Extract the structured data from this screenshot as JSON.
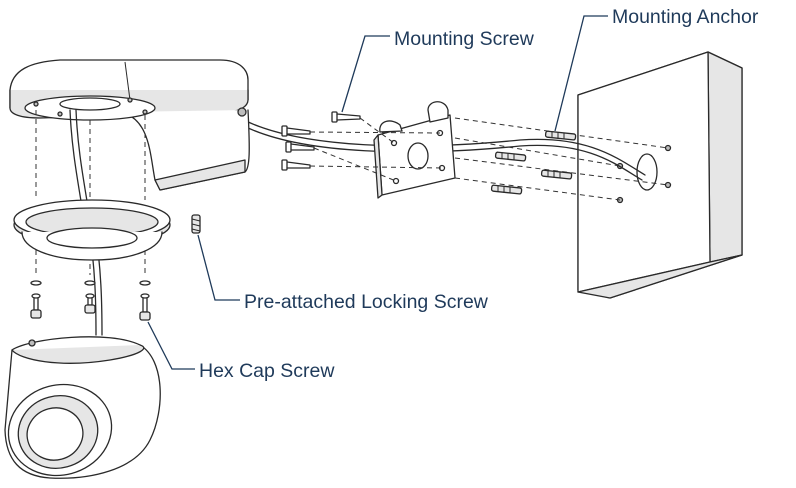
{
  "labels": {
    "mounting_screw": "Mounting Screw",
    "mounting_anchor": "Mounting Anchor",
    "locking_screw": "Pre-attached Locking Screw",
    "hex_cap_screw": "Hex Cap Screw"
  },
  "colors": {
    "label_text": "#1f3a5a",
    "line_art": "#2a2a2a",
    "part_fill": "#e6e6e6"
  }
}
